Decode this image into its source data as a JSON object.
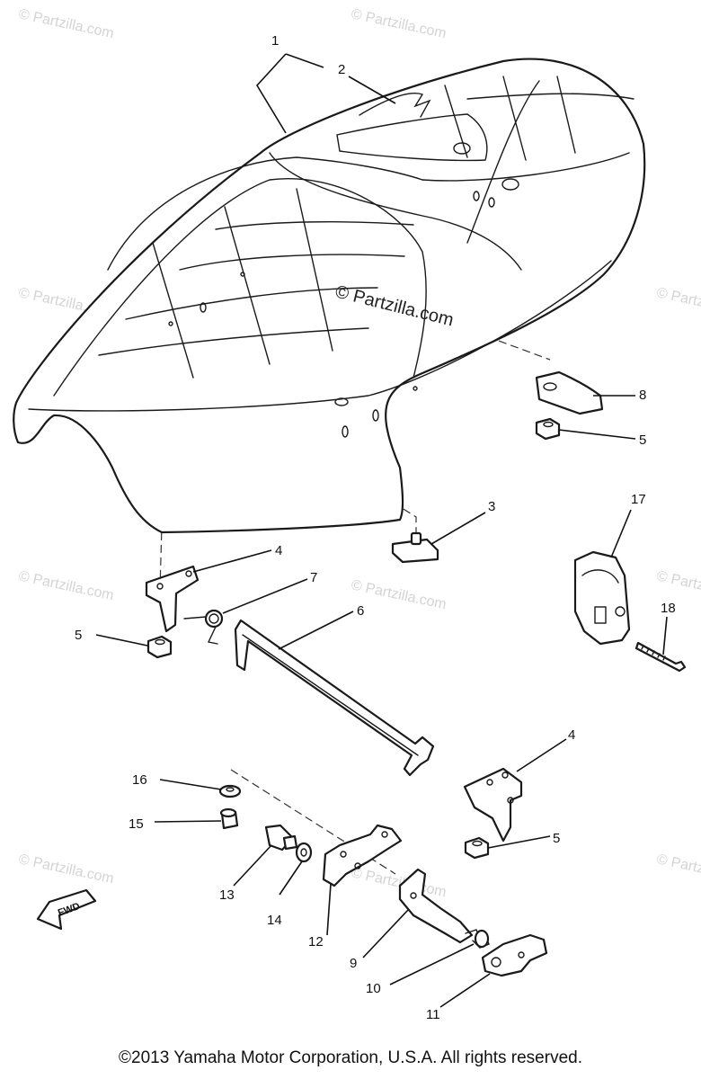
{
  "watermark": {
    "text": "© Partzilla.com",
    "center_text": "© Partzilla.com"
  },
  "callouts": {
    "p1": "1",
    "p2": "2",
    "p3": "3",
    "p4a": "4",
    "p4b": "4",
    "p5a": "5",
    "p5b": "5",
    "p5c": "5",
    "p6": "6",
    "p7": "7",
    "p8": "8",
    "p9": "9",
    "p10": "10",
    "p11": "11",
    "p12": "12",
    "p13": "13",
    "p14": "14",
    "p15": "15",
    "p16": "16",
    "p17": "17",
    "p18": "18"
  },
  "fwd_label": "FWD",
  "copyright": "©2013 Yamaha Motor Corporation, U.S.A. All rights reserved."
}
